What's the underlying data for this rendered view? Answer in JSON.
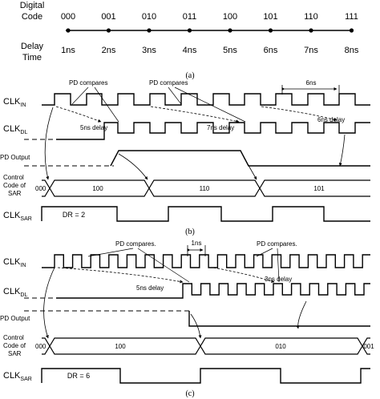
{
  "part_a": {
    "row1_label_line1": "Digital",
    "row1_label_line2": "Code",
    "row2_label_line1": "Delay",
    "row2_label_line2": "Time",
    "codes": [
      "000",
      "001",
      "010",
      "011",
      "100",
      "101",
      "110",
      "111"
    ],
    "delays": [
      "1ns",
      "2ns",
      "3ns",
      "4ns",
      "5ns",
      "6ns",
      "7ns",
      "8ns"
    ],
    "caption": "(a)"
  },
  "part_b": {
    "clk_in_label": "CLK",
    "clk_in_sub": "IN",
    "clk_dl_label": "CLK",
    "clk_dl_sub": "DL",
    "pd_output_label": "PD Output",
    "control_line1": "Control",
    "control_line2": "Code of",
    "control_line3": "SAR",
    "clk_sar_label": "CLK",
    "clk_sar_sub": "SAR",
    "pd_compares": "PD compares",
    "delay_5ns": "5ns delay",
    "delay_7ns": "7ns delay",
    "delay_6ns": "6ns delay",
    "period": "6ns",
    "codes": [
      "000",
      "100",
      "110",
      "101"
    ],
    "dr": "DR = 2",
    "caption": "(b)"
  },
  "part_c": {
    "clk_in_label": "CLK",
    "clk_in_sub": "IN",
    "clk_dl_label": "CLK",
    "clk_dl_sub": "DL",
    "pd_output_label": "PD Output",
    "control_line1": "Control",
    "control_line2": "Code of",
    "control_line3": "SAR",
    "clk_sar_label": "CLK",
    "clk_sar_sub": "SAR",
    "pd_compares_1": "PD compares.",
    "pd_compares_2": "PD compares.",
    "period": "1ns",
    "delay_5ns": "5ns delay",
    "delay_3ns": "3ns delay",
    "codes": [
      "000",
      "100",
      "010",
      "001"
    ],
    "dr": "DR = 6",
    "caption": "(c)"
  }
}
